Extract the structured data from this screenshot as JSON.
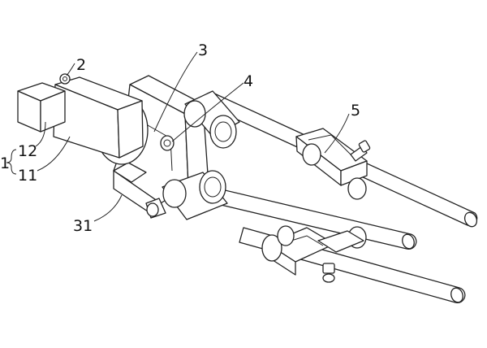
{
  "figure": {
    "labels": {
      "l1": "1",
      "l2": "2",
      "l3": "3",
      "l4": "4",
      "l5": "5",
      "l11": "11",
      "l12": "12",
      "l31": "31"
    }
  }
}
